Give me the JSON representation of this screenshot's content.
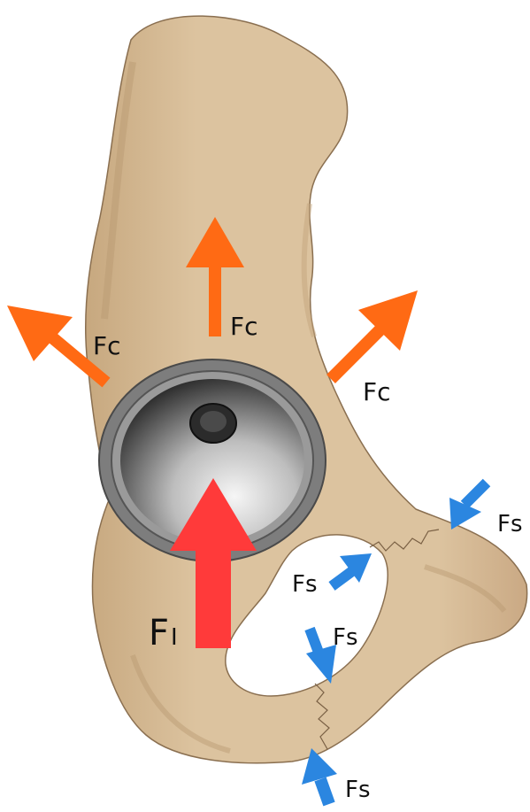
{
  "labels": {
    "fc_left": "Fc",
    "fc_top": "Fc",
    "fc_right": "Fc",
    "fi": "F",
    "fi_subscript": "I",
    "fs_right": "Fs",
    "fs_inner_upper": "Fs",
    "fs_inner_lower": "Fs",
    "fs_bottom": "Fs"
  },
  "colors": {
    "bone": "#dcc39f",
    "bone_shadow": "#c4a57e",
    "bone_outline": "#8a6f50",
    "cup_rim": "#6f6f6f",
    "cup_inner": "#3a3a3a",
    "cup_highlight": "#f4f4f4",
    "arrow_fc": "#ff6a14",
    "arrow_fs": "#2b86e0",
    "arrow_fi": "#ff3a3a"
  }
}
